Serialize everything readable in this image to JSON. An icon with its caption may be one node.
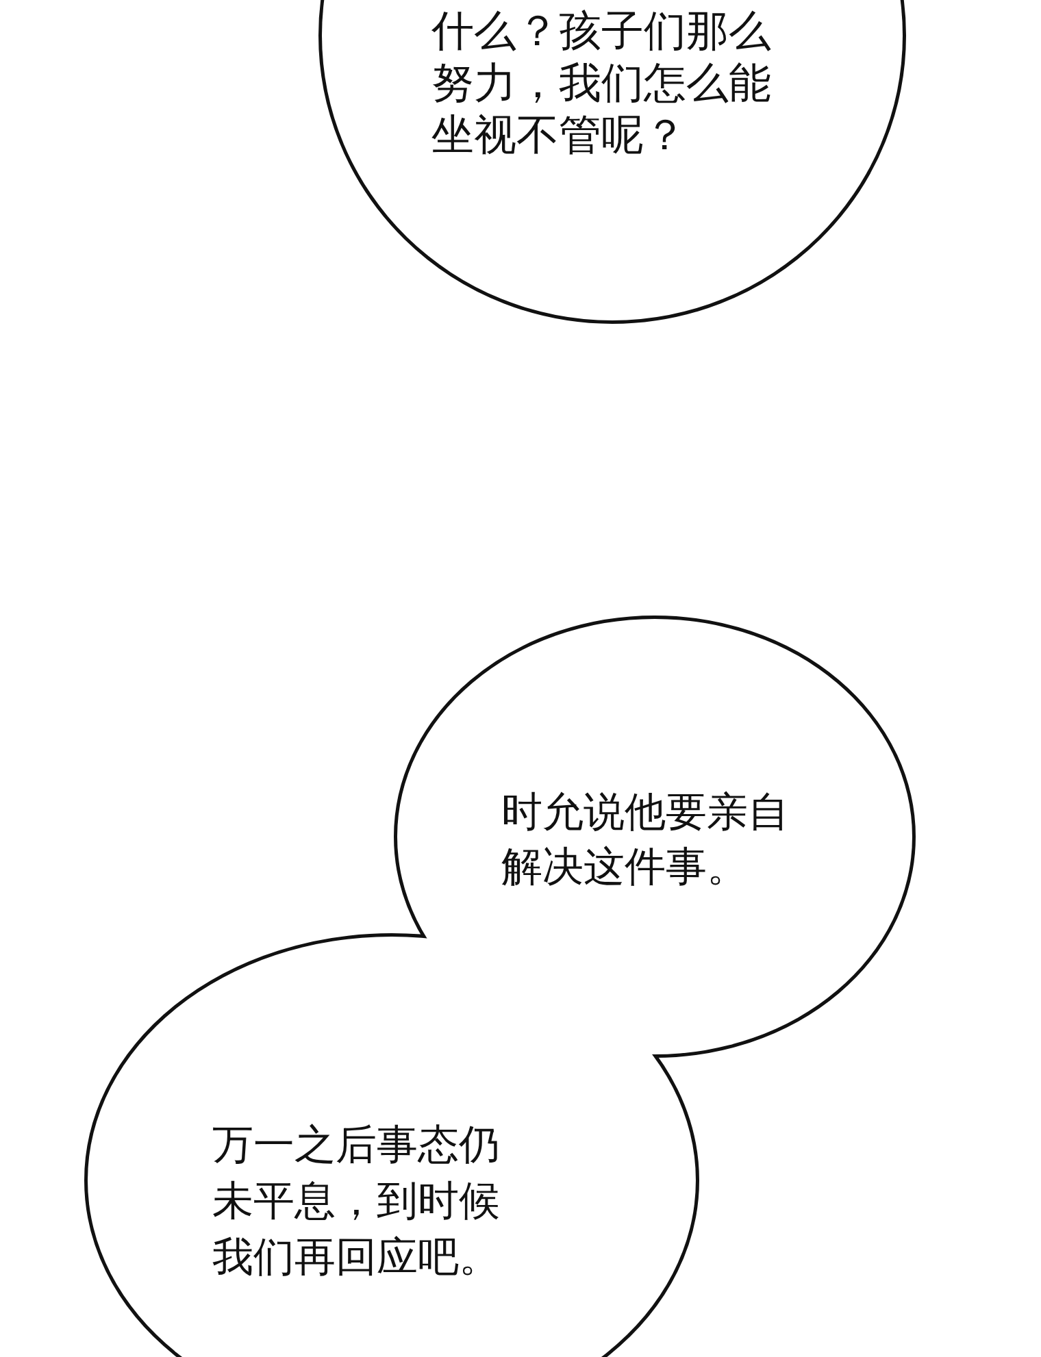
{
  "diagram": {
    "nodes": [
      {
        "text": [
          "什么？孩子们那么努力，我们怎么能坐视不管呢？"
        ]
      },
      {
        "text": [
          "时允说他要亲自解决这件事。"
        ]
      },
      {
        "text": [
          "万一之后事态仍未平息，到时候我们再回应吧。"
        ]
      }
    ]
  }
}
